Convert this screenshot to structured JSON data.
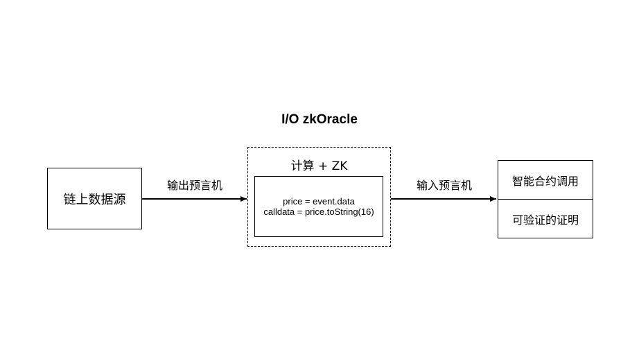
{
  "title": "I/O zkOracle",
  "source_node": {
    "label": "链上数据源"
  },
  "output_oracle_label": "输出预言机",
  "oracle_frame": {
    "label": "计算 + ZK",
    "code_lines": [
      "price = event.data",
      "calldata = price.toString(16)"
    ]
  },
  "input_oracle_label": "输入预言机",
  "target_node": {
    "top": "智能合约调用",
    "bottom": "可验证的证明"
  }
}
